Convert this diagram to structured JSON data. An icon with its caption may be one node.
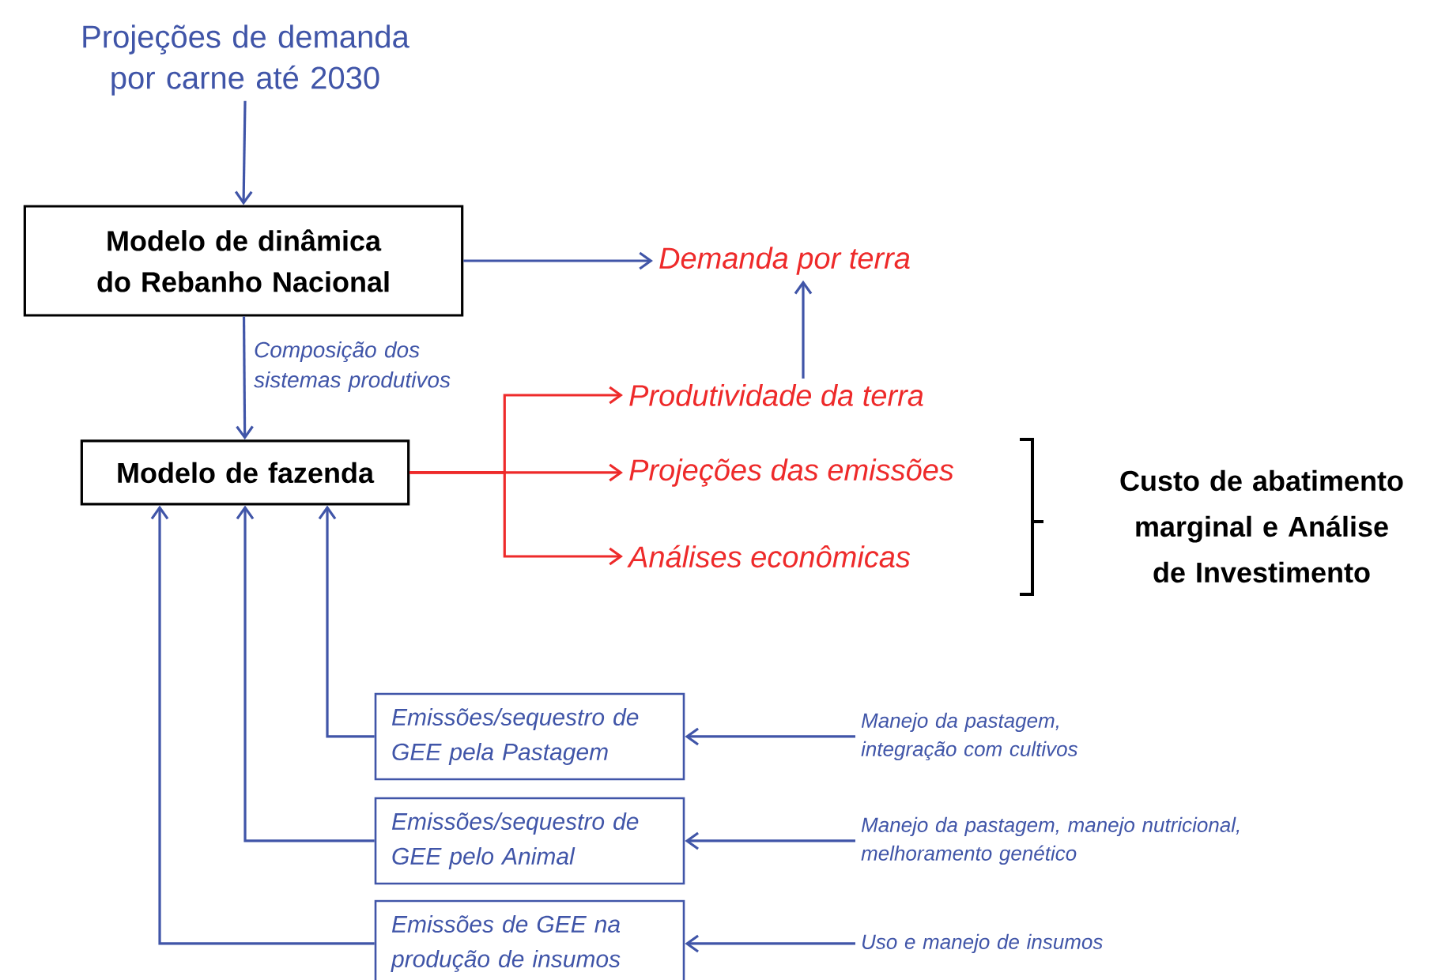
{
  "diagram": {
    "nodes": [
      {
        "text": [
          "Projeções de demanda por carne até 2030"
        ]
      },
      {
        "text": [
          "Modelo de dinâmica do Rebanho Nacional"
        ]
      },
      {
        "text": [
          "Demanda por terra"
        ]
      },
      {
        "text": [
          "Modelo de fazenda"
        ]
      },
      {
        "text": [
          "Produtividade da terra"
        ]
      },
      {
        "text": [
          "Projeções das emissões"
        ]
      },
      {
        "text": [
          "Análises econômicas"
        ]
      },
      {
        "text": [
          "Emissões/sequestro de GEE pela Pastagem"
        ]
      },
      {
        "text": [
          "Emissões/sequestro de GEE pelo Animal"
        ]
      },
      {
        "text": [
          "Emissões de GEE na produção de insumos"
        ]
      },
      {
        "text": [
          "Manejo da pastagem, integração com cultivos"
        ]
      },
      {
        "text": [
          "Manejo da pastagem, manejo nutricional, melhoramento genético"
        ]
      },
      {
        "text": [
          "Uso e manejo de insumos"
        ]
      }
    ],
    "edges": [
      {
        "from": 0,
        "to": 1,
        "arrow": "to"
      },
      {
        "from": 1,
        "to": 2,
        "arrow": "to"
      },
      {
        "from": 1,
        "to": 3,
        "arrow": "to",
        "label": "Composição dos sistemas produtivos"
      },
      {
        "from": 3,
        "to": 4,
        "arrow": "to",
        "color": "#ee2a2a"
      },
      {
        "from": 3,
        "to": 5,
        "arrow": "to",
        "color": "#ee2a2a"
      },
      {
        "from": 3,
        "to": 6,
        "arrow": "to",
        "color": "#ee2a2a"
      },
      {
        "from": 4,
        "to": 2,
        "arrow": "to"
      },
      {
        "from": 7,
        "to": 3,
        "arrow": "to"
      },
      {
        "from": 8,
        "to": 3,
        "arrow": "to"
      },
      {
        "from": 9,
        "to": 3,
        "arrow": "to"
      },
      {
        "from": 10,
        "to": 7,
        "arrow": "to"
      },
      {
        "from": 11,
        "to": 8,
        "arrow": "to"
      },
      {
        "from": 12,
        "to": 9,
        "arrow": "to"
      }
    ],
    "labels": [
      "Custo de abatimento marginal e Análise de Investimento"
    ]
  }
}
